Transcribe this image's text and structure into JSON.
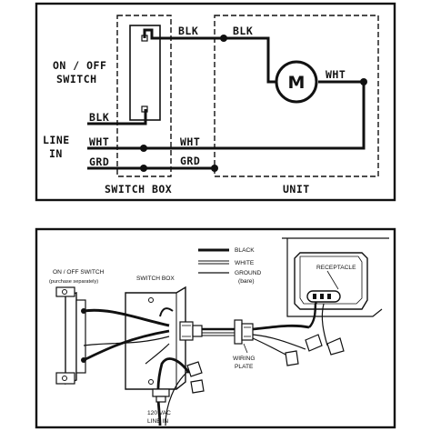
{
  "schematic": {
    "switch_label_line1": "ON / OFF",
    "switch_label_line2": "SWITCH",
    "line_in_line1": "LINE",
    "line_in_line2": "IN",
    "blk_left": "BLK",
    "wht_left": "WHT",
    "grd_left": "GRD",
    "blk_top_left": "BLK",
    "blk_top_right": "BLK",
    "wht_mid": "WHT",
    "grd_mid": "GRD",
    "wht_motor": "WHT",
    "motor_symbol": "M",
    "switch_box_label": "SWITCH BOX",
    "unit_label": "UNIT"
  },
  "pictorial": {
    "legend": {
      "black": "BLACK",
      "white": "WHITE",
      "ground_line1": "GROUND",
      "ground_line2": "(bare)"
    },
    "switch_label_line1": "ON / OFF SWITCH",
    "switch_label_line2": "(purchase separately)",
    "switch_box_label": "SWITCH BOX",
    "receptacle_label": "RECEPTACLE",
    "wiring_plate_line1": "WIRING",
    "wiring_plate_line2": "PLATE",
    "line_in_line1": "120 VAC",
    "line_in_line2": "LINE IN"
  }
}
